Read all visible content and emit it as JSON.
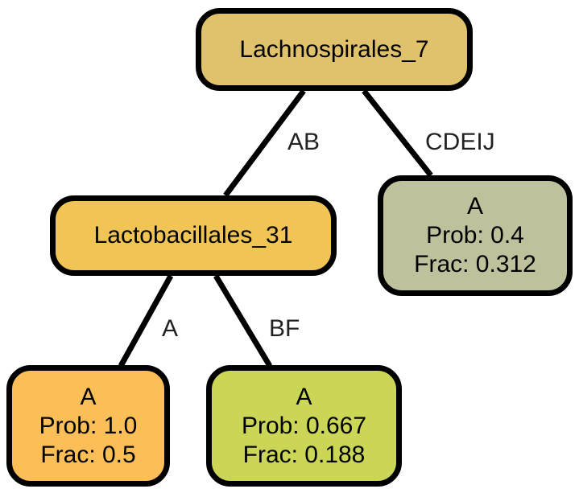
{
  "tree": {
    "nodes": [
      {
        "id": "root",
        "lines": [
          "Lachnospirales_7"
        ],
        "fill": "#E1C26C"
      },
      {
        "id": "lacto",
        "lines": [
          "Lactobacillales_31"
        ],
        "fill": "#F0C556"
      },
      {
        "id": "leaf-a",
        "lines": [
          "A",
          "Prob: 1.0",
          "Frac: 0.5"
        ],
        "fill": "#FCBE57"
      },
      {
        "id": "leaf-bf",
        "lines": [
          "A",
          "Prob: 0.667",
          "Frac: 0.188"
        ],
        "fill": "#CBD656"
      },
      {
        "id": "leaf-cdeij",
        "lines": [
          "A",
          "Prob: 0.4",
          "Frac: 0.312"
        ],
        "fill": "#BFC19C"
      }
    ],
    "edges": [
      {
        "from": "root",
        "to": "lacto",
        "label": "AB"
      },
      {
        "from": "root",
        "to": "leaf-cdeij",
        "label": "CDEIJ"
      },
      {
        "from": "lacto",
        "to": "leaf-a",
        "label": "A"
      },
      {
        "from": "lacto",
        "to": "leaf-bf",
        "label": "BF"
      }
    ]
  }
}
